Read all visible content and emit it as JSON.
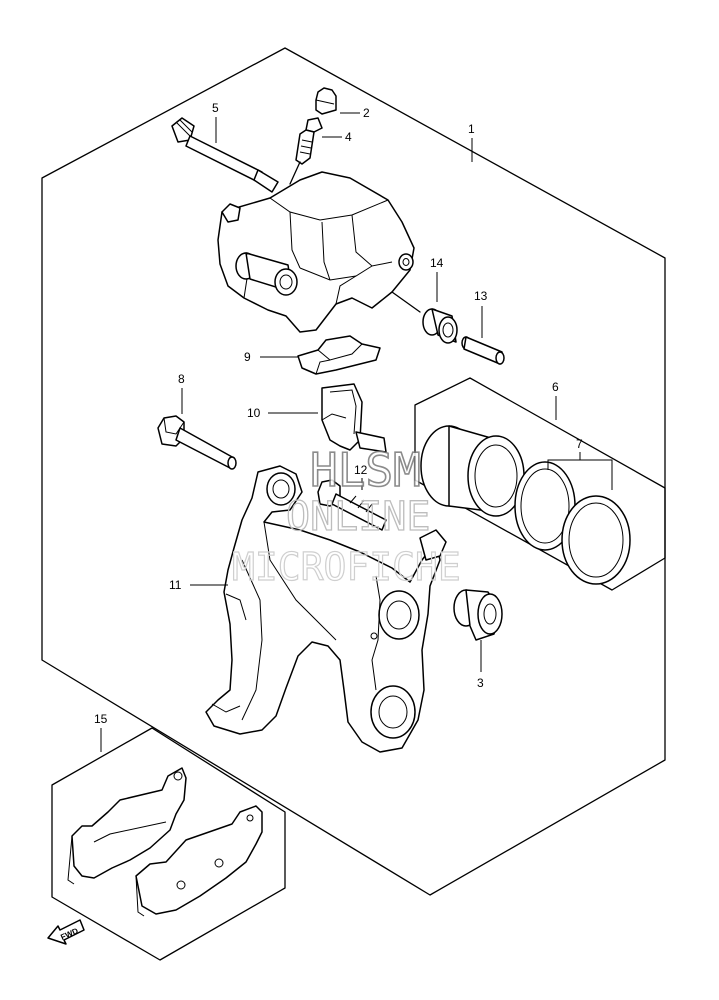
{
  "callouts": [
    {
      "id": "1",
      "label": "1"
    },
    {
      "id": "2",
      "label": "2"
    },
    {
      "id": "3",
      "label": "3"
    },
    {
      "id": "4",
      "label": "4"
    },
    {
      "id": "5",
      "label": "5"
    },
    {
      "id": "6",
      "label": "6"
    },
    {
      "id": "7",
      "label": "7"
    },
    {
      "id": "8",
      "label": "8"
    },
    {
      "id": "9",
      "label": "9"
    },
    {
      "id": "10",
      "label": "10"
    },
    {
      "id": "11",
      "label": "11"
    },
    {
      "id": "12",
      "label": "12"
    },
    {
      "id": "13",
      "label": "13"
    },
    {
      "id": "14",
      "label": "14"
    },
    {
      "id": "15",
      "label": "15"
    }
  ],
  "watermark": {
    "line1": "HLSM",
    "line2": "ONLINE",
    "line3": "MICROFICHE"
  },
  "fwd_label": "FWD"
}
